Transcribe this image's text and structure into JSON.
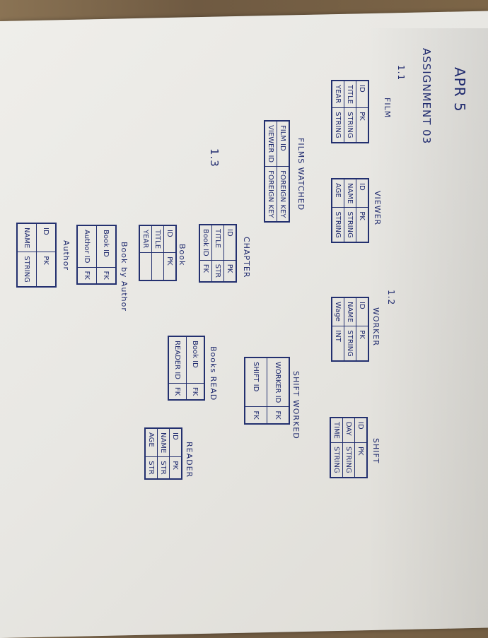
{
  "header": {
    "date": "APR 5",
    "assignment": "ASSIGNMENT 03"
  },
  "sections": {
    "s11": "1.1",
    "s12": "1.2",
    "s13": "1.3"
  },
  "tables": {
    "film": {
      "title": "FILM",
      "rows": [
        [
          "ID",
          "PK"
        ],
        [
          "TITLE",
          "STRING"
        ],
        [
          "YEAR",
          "STRING"
        ]
      ]
    },
    "films_watched": {
      "title": "FILMS WATCHED",
      "rows": [
        [
          "FILM ID",
          "FOREIGN KEY"
        ],
        [
          "VIEWER ID",
          "FOREIGN KEY"
        ]
      ]
    },
    "viewer": {
      "title": "VIEWER",
      "rows": [
        [
          "ID",
          "PK"
        ],
        [
          "NAME",
          "STRING"
        ],
        [
          "AGE",
          "STRING"
        ]
      ]
    },
    "worker": {
      "title": "WORKER",
      "rows": [
        [
          "ID",
          "PK"
        ],
        [
          "NAME",
          "STRING"
        ],
        [
          "Wage",
          "INT"
        ]
      ]
    },
    "shift_worked": {
      "title": "SHIFT WORKED",
      "rows": [
        [
          "WORKER ID",
          "FK"
        ],
        [
          "SHIFT ID",
          "FK"
        ]
      ]
    },
    "shift": {
      "title": "SHIFT",
      "rows": [
        [
          "ID",
          "PK"
        ],
        [
          "DAY",
          "STRING"
        ],
        [
          "TIME",
          "STRING"
        ]
      ]
    },
    "chapter": {
      "title": "CHAPTER",
      "rows": [
        [
          "ID",
          "PK"
        ],
        [
          "TITLE",
          "STR"
        ],
        [
          "Book ID",
          "FK"
        ]
      ]
    },
    "book": {
      "title": "Book",
      "rows": [
        [
          "ID",
          "PK"
        ],
        [
          "TITLE",
          ""
        ],
        [
          "YEAR",
          ""
        ]
      ]
    },
    "book_by_author": {
      "title": "Book by Author",
      "rows": [
        [
          "Book ID",
          "FK"
        ],
        [
          "Author ID",
          "FK"
        ]
      ]
    },
    "author": {
      "title": "Author",
      "rows": [
        [
          "ID",
          "PK"
        ],
        [
          "NAME",
          "STRING"
        ]
      ]
    },
    "books_read": {
      "title": "Books READ",
      "rows": [
        [
          "Book ID",
          "FK"
        ],
        [
          "READER ID",
          "FK"
        ]
      ]
    },
    "reader": {
      "title": "READER",
      "rows": [
        [
          "ID",
          "PK"
        ],
        [
          "NAME",
          "STR"
        ],
        [
          "AGE",
          "STR"
        ]
      ]
    }
  }
}
